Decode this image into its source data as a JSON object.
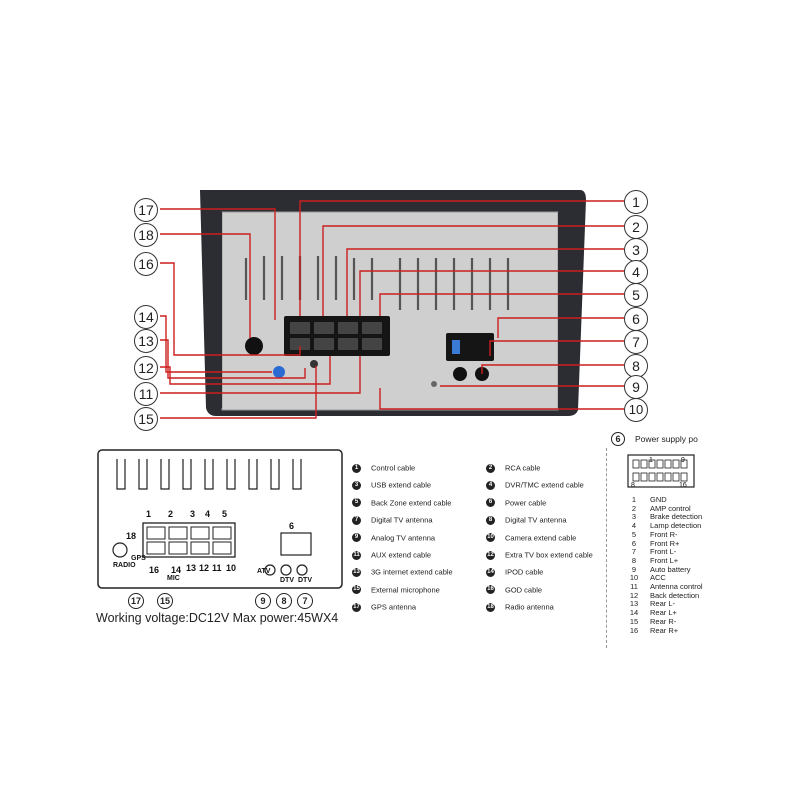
{
  "photo": {
    "callouts_right": [
      "1",
      "2",
      "3",
      "4",
      "5",
      "6",
      "7",
      "8",
      "9",
      "10"
    ],
    "callouts_left": [
      "17",
      "18",
      "16",
      "14",
      "13",
      "12",
      "11",
      "15"
    ]
  },
  "schematic": {
    "top_numbers": [
      "1",
      "2",
      "3",
      "4",
      "5"
    ],
    "block_number": "6",
    "bottom_numbers": [
      "16",
      "14",
      "13",
      "12",
      "11",
      "10"
    ],
    "labels": {
      "gps": "GPS",
      "radio": "RADIO",
      "mic": "MIC",
      "atv": "ATV",
      "dtv1": "DTV",
      "dtv2": "DTV",
      "num18": "18"
    },
    "foot_numbers": [
      "17",
      "15",
      "9",
      "8",
      "7"
    ]
  },
  "working_voltage": "Working voltage:DC12V  Max power:45WX4",
  "legend": [
    {
      "num": "1",
      "label": "Control cable"
    },
    {
      "num": "2",
      "label": "RCA cable"
    },
    {
      "num": "3",
      "label": "USB extend cable"
    },
    {
      "num": "4",
      "label": "DVR/TMC extend cable"
    },
    {
      "num": "5",
      "label": "Back Zone extend cable"
    },
    {
      "num": "6",
      "label": "Power cable"
    },
    {
      "num": "7",
      "label": "Digital TV antenna"
    },
    {
      "num": "8",
      "label": "Digital TV antenna"
    },
    {
      "num": "9",
      "label": "Analog TV antenna"
    },
    {
      "num": "10",
      "label": "Camera extend cable"
    },
    {
      "num": "11",
      "label": "AUX extend cable"
    },
    {
      "num": "12",
      "label": "Extra TV box extend cable"
    },
    {
      "num": "13",
      "label": "3G internet extend cable"
    },
    {
      "num": "14",
      "label": "IPOD cable"
    },
    {
      "num": "15",
      "label": "External microphone"
    },
    {
      "num": "16",
      "label": "GOD cable"
    },
    {
      "num": "17",
      "label": "GPS antenna"
    },
    {
      "num": "18",
      "label": "Radio antenna"
    }
  ],
  "power_supply": {
    "badge": "6",
    "title": "Power supply po",
    "connector_labels": [
      "1",
      "8",
      "9",
      "16"
    ],
    "pins": [
      {
        "num": "1",
        "label": "GND"
      },
      {
        "num": "2",
        "label": "AMP control"
      },
      {
        "num": "3",
        "label": "Brake detection"
      },
      {
        "num": "4",
        "label": "Lamp detection"
      },
      {
        "num": "5",
        "label": "Front R-"
      },
      {
        "num": "6",
        "label": "Front R+"
      },
      {
        "num": "7",
        "label": "Front L-"
      },
      {
        "num": "8",
        "label": "Front L+"
      },
      {
        "num": "9",
        "label": "Auto battery"
      },
      {
        "num": "10",
        "label": "ACC"
      },
      {
        "num": "11",
        "label": "Antenna control"
      },
      {
        "num": "12",
        "label": "Back detection"
      },
      {
        "num": "13",
        "label": "Rear L-"
      },
      {
        "num": "14",
        "label": "Rear L+"
      },
      {
        "num": "15",
        "label": "Rear R-"
      },
      {
        "num": "16",
        "label": "Rear R+"
      }
    ]
  },
  "colors": {
    "leader": "#cc1f1f",
    "chassis": "#2b2d33",
    "plate": "#c9c9c9",
    "connector": "#1a1a1a"
  }
}
